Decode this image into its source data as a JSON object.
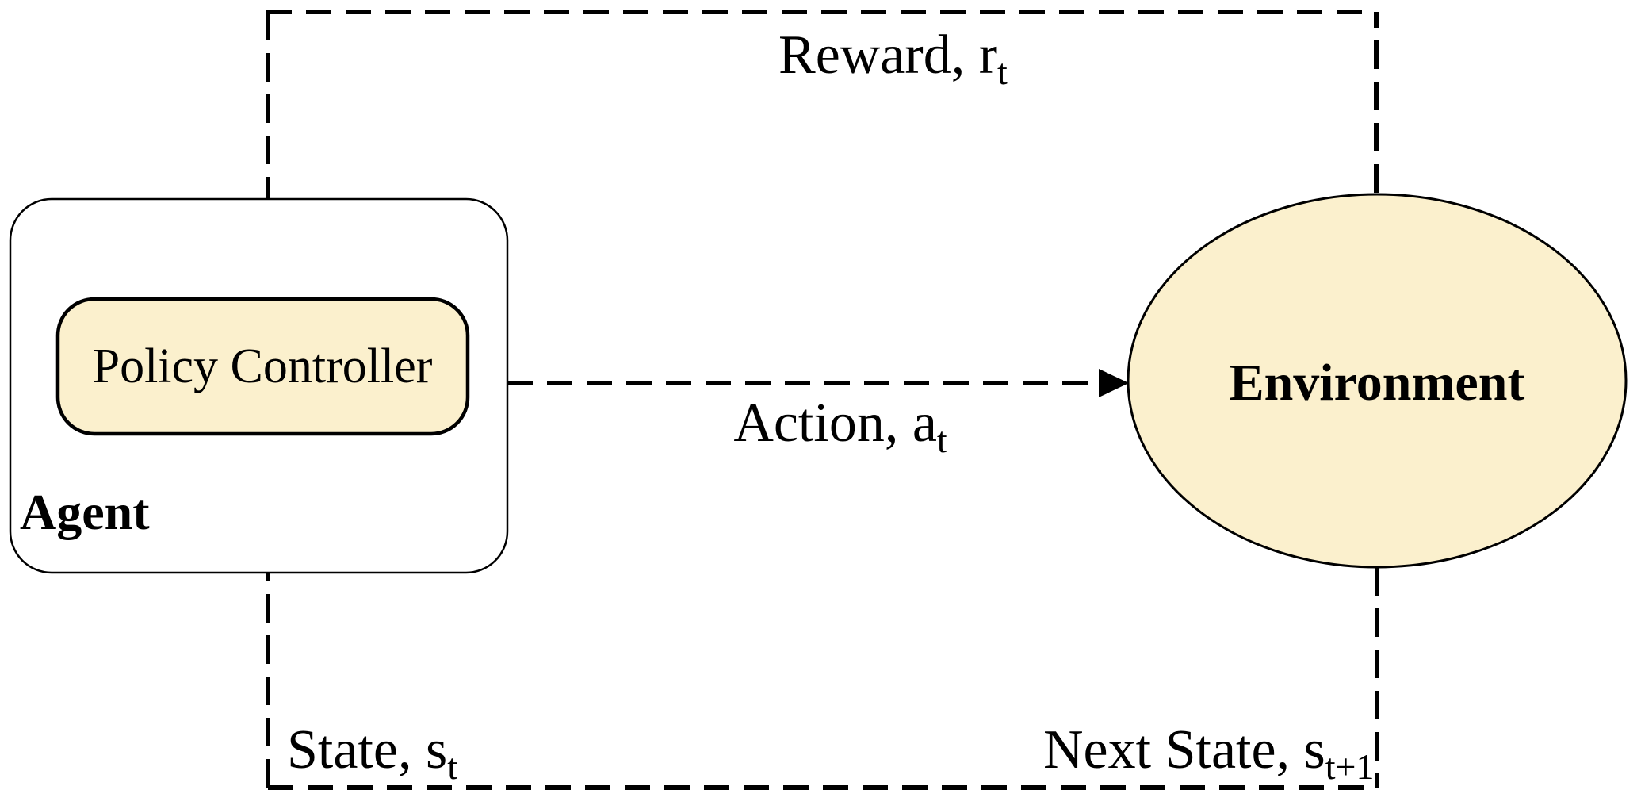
{
  "nodes": {
    "agent": {
      "label": "Agent"
    },
    "policy_controller": {
      "label": "Policy Controller"
    },
    "environment": {
      "label": "Environment"
    }
  },
  "edges": {
    "reward": {
      "label": "Reward, r",
      "subscript": "t"
    },
    "action": {
      "label": "Action, a",
      "subscript": "t"
    },
    "state": {
      "label": "State, s",
      "subscript": "t"
    },
    "next_state": {
      "label": "Next State, s",
      "subscript": "t+1"
    }
  },
  "colors": {
    "background": "#FFFFFF",
    "node_fill": "#FBF0CD",
    "agent_box_fill": "#FFFFFF",
    "line": "#000000"
  }
}
